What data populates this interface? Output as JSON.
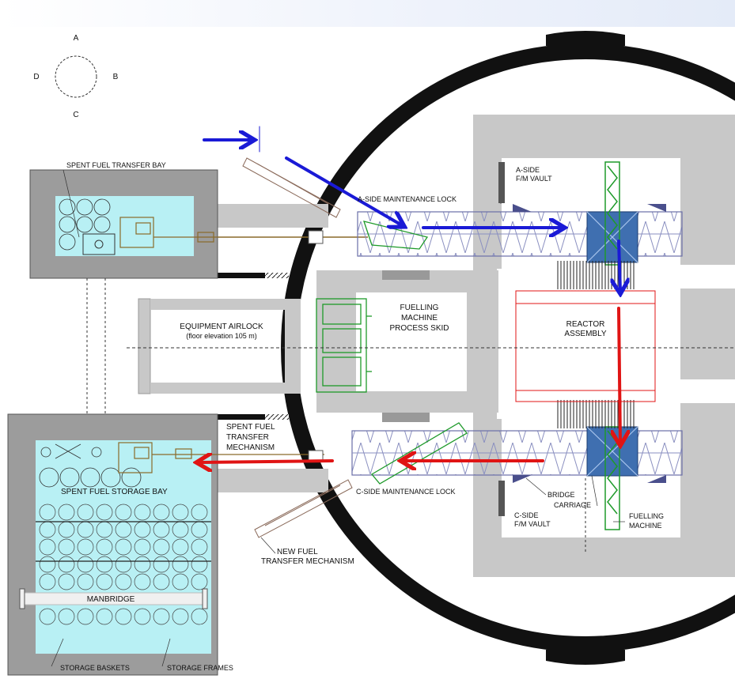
{
  "compass": {
    "a": "A",
    "b": "B",
    "c": "C",
    "d": "D"
  },
  "labels": {
    "spent_fuel_transfer_bay": "SPENT FUEL TRANSFER BAY",
    "a_side_maintenance_lock": "A-SIDE MAINTENANCE LOCK",
    "a_side_fm_vault_1": "A-SIDE",
    "a_side_fm_vault_2": "F/M VAULT",
    "equipment_airlock_1": "EQUIPMENT AIRLOCK",
    "equipment_airlock_2": "(floor elevation 105 m)",
    "fuelling_machine_process_skid_1": "FUELLING",
    "fuelling_machine_process_skid_2": "MACHINE",
    "fuelling_machine_process_skid_3": "PROCESS SKID",
    "reactor_assembly_1": "REACTOR",
    "reactor_assembly_2": "ASSEMBLY",
    "spent_fuel_transfer_mechanism_1": "SPENT FUEL",
    "spent_fuel_transfer_mechanism_2": "TRANSFER",
    "spent_fuel_transfer_mechanism_3": "MECHANISM",
    "spent_fuel_storage_bay": "SPENT FUEL STORAGE BAY",
    "c_side_maintenance_lock": "C-SIDE MAINTENANCE LOCK",
    "bridge": "BRIDGE",
    "carriage": "CARRIAGE",
    "c_side_fm_vault_1": "C-SIDE",
    "c_side_fm_vault_2": "F/M VAULT",
    "fuelling_machine_1": "FUELLING",
    "fuelling_machine_2": "MACHINE",
    "new_fuel_transfer_mechanism_1": "NEW FUEL",
    "new_fuel_transfer_mechanism_2": "TRANSFER MECHANISM",
    "manbridge": "MANBRIDGE",
    "storage_baskets": "STORAGE BASKETS",
    "storage_frames": "STORAGE FRAMES"
  },
  "colors": {
    "water": "#b8f0f4",
    "wall": "#c8c8c8",
    "wall_dark": "#9c9c9c",
    "containment": "#111111",
    "bridge_frame": "#8a8fc0",
    "carriage": "#3f6fb0",
    "fuel_path_in": "#1a1ad6",
    "fuel_path_out": "#e01414",
    "reactor_outline": "#e01414",
    "equipment_green": "#1e9a2a",
    "mechanism_brown": "#8a6a2a"
  }
}
